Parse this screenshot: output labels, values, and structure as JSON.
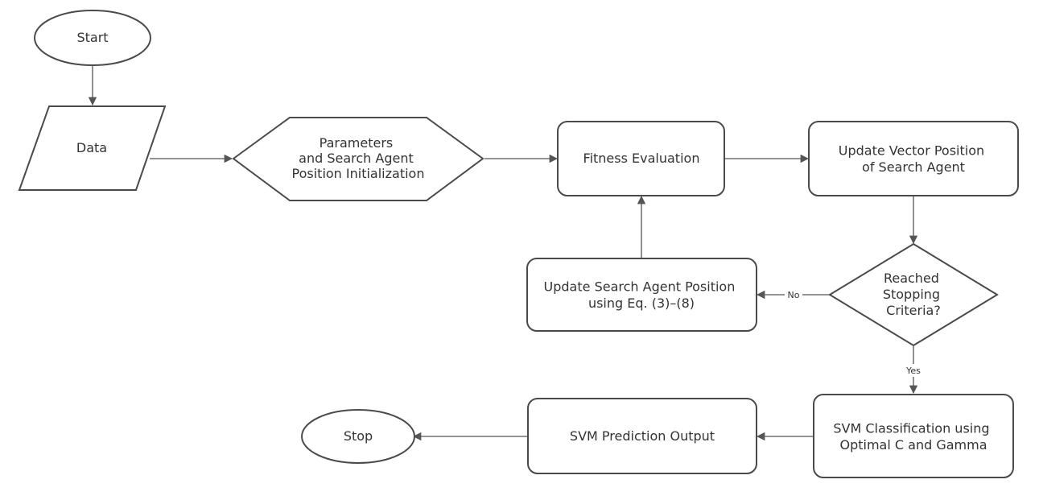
{
  "colors": {
    "stroke": "#4a4a4a",
    "fill": "#ffffff",
    "text": "#333333",
    "edge": "#555555"
  },
  "nodes": {
    "start": {
      "shape": "terminator",
      "lines": [
        "Start"
      ]
    },
    "data": {
      "shape": "parallelogram",
      "lines": [
        "Data"
      ]
    },
    "init": {
      "shape": "hexagon",
      "lines": [
        "Parameters",
        "and Search Agent",
        "Position Initialization"
      ]
    },
    "fitness": {
      "shape": "process",
      "lines": [
        "Fitness Evaluation"
      ]
    },
    "update_vector": {
      "shape": "process",
      "lines": [
        "Update Vector Position",
        "of Search Agent"
      ]
    },
    "decision": {
      "shape": "decision",
      "lines": [
        "Reached",
        "Stopping",
        "Criteria?"
      ]
    },
    "update_position": {
      "shape": "process",
      "lines": [
        "Update Search Agent Position",
        "using Eq. (3)–(8)"
      ]
    },
    "svm_classification": {
      "shape": "process",
      "lines": [
        "SVM Classification using",
        "Optimal C and Gamma"
      ]
    },
    "svm_output": {
      "shape": "process",
      "lines": [
        "SVM Prediction Output"
      ]
    },
    "stop": {
      "shape": "terminator",
      "lines": [
        "Stop"
      ]
    }
  },
  "edges": [
    {
      "from": "start",
      "to": "data",
      "label": ""
    },
    {
      "from": "data",
      "to": "init",
      "label": ""
    },
    {
      "from": "init",
      "to": "fitness",
      "label": ""
    },
    {
      "from": "fitness",
      "to": "update_vector",
      "label": ""
    },
    {
      "from": "update_vector",
      "to": "decision",
      "label": ""
    },
    {
      "from": "decision",
      "to": "update_position",
      "label": "No"
    },
    {
      "from": "update_position",
      "to": "fitness",
      "label": ""
    },
    {
      "from": "decision",
      "to": "svm_classification",
      "label": "Yes"
    },
    {
      "from": "svm_classification",
      "to": "svm_output",
      "label": ""
    },
    {
      "from": "svm_output",
      "to": "stop",
      "label": ""
    }
  ]
}
